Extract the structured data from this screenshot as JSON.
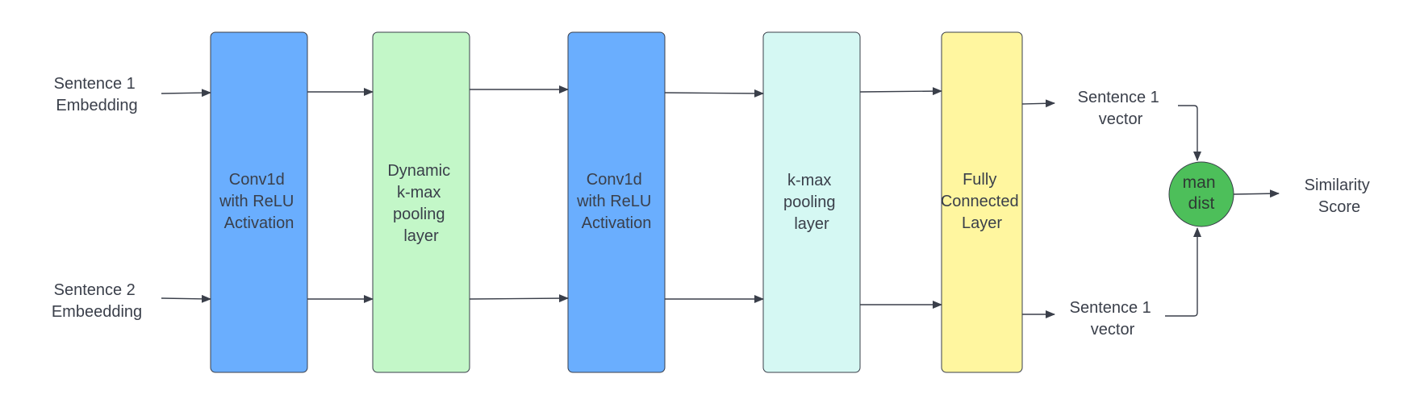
{
  "inputs": {
    "sentence1": [
      "Sentence 1",
      "Embedding"
    ],
    "sentence2": [
      "Sentence 2",
      "Embeedding"
    ]
  },
  "blocks": [
    {
      "id": "conv1",
      "lines": [
        "Conv1d",
        "with ReLU",
        "Activation"
      ],
      "color": "#6aaefe"
    },
    {
      "id": "dynamic-kmax",
      "lines": [
        "Dynamic",
        "k-max",
        "pooling",
        "layer"
      ],
      "color": "#c3f7c8"
    },
    {
      "id": "conv2",
      "lines": [
        "Conv1d",
        "with ReLU",
        "Activation"
      ],
      "color": "#6aaefe"
    },
    {
      "id": "kmax",
      "lines": [
        "k-max",
        "pooling",
        "layer"
      ],
      "color": "#d5f8f3"
    },
    {
      "id": "fully-connected",
      "lines": [
        "Fully",
        "Connected",
        "Layer"
      ],
      "color": "#fff69f"
    }
  ],
  "outputs": {
    "vector_top": [
      "Sentence 1",
      "vector"
    ],
    "vector_bottom": [
      "Sentence 1",
      "vector"
    ]
  },
  "distance_node": {
    "lines": [
      "man",
      "dist"
    ],
    "color": "#4dbf5a"
  },
  "result": [
    "Similarity",
    "Score"
  ],
  "colors": {
    "stroke": "#3a3f4a",
    "text": "#3a3f4a"
  }
}
